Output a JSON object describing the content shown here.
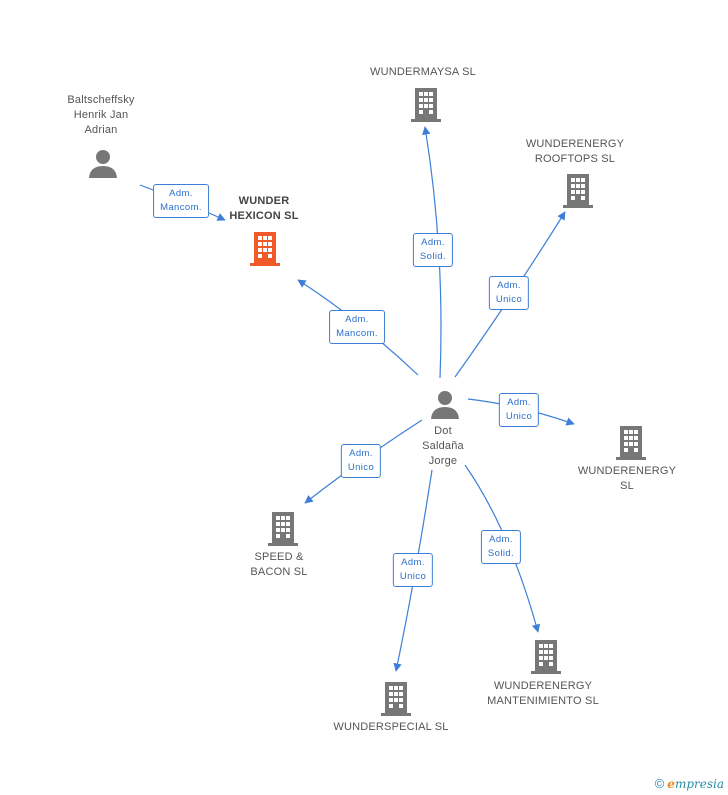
{
  "colors": {
    "edge": "#3d7fd6",
    "icon_default": "#777777",
    "icon_focus": "#f05a28"
  },
  "nodes": {
    "person_baltscheffsky": {
      "label": "Baltscheffsky\nHenrik Jan\nAdrian",
      "type": "person"
    },
    "company_wunder_hexicon": {
      "label": "WUNDER\nHEXICON  SL",
      "type": "company",
      "focus": true
    },
    "company_wundermaysa": {
      "label": "WUNDERMAYSA SL",
      "type": "company"
    },
    "company_wunderenergy_rooftops": {
      "label": "WUNDERENERGY\nROOFTOPS SL",
      "type": "company"
    },
    "person_dot_saldana": {
      "label": "Dot\nSaldaña\nJorge",
      "type": "person"
    },
    "company_wunderenergy": {
      "label": "WUNDERENERGY SL",
      "type": "company"
    },
    "company_speed_bacon": {
      "label": "SPEED &\nBACON SL",
      "type": "company"
    },
    "company_wunderspecial": {
      "label": "WUNDERSPECIAL SL",
      "type": "company"
    },
    "company_wunderenergy_mantenimiento": {
      "label": "WUNDERENERGY\nMANTENIMIENTO SL",
      "type": "company"
    }
  },
  "edges": {
    "baltscheffsky_hexicon": "Adm.\nMancom.",
    "dot_hexicon": "Adm.\nMancom.",
    "dot_maysa": "Adm.\nSolid.",
    "dot_rooftops": "Adm.\nUnico",
    "dot_energy": "Adm.\nUnico",
    "dot_speed": "Adm.\nUnico",
    "dot_special": "Adm.\nUnico",
    "dot_mantenimiento": "Adm.\nSolid."
  },
  "footer": {
    "copyright_symbol": "©",
    "brand_initial": "e",
    "brand_rest": "mpresia"
  }
}
